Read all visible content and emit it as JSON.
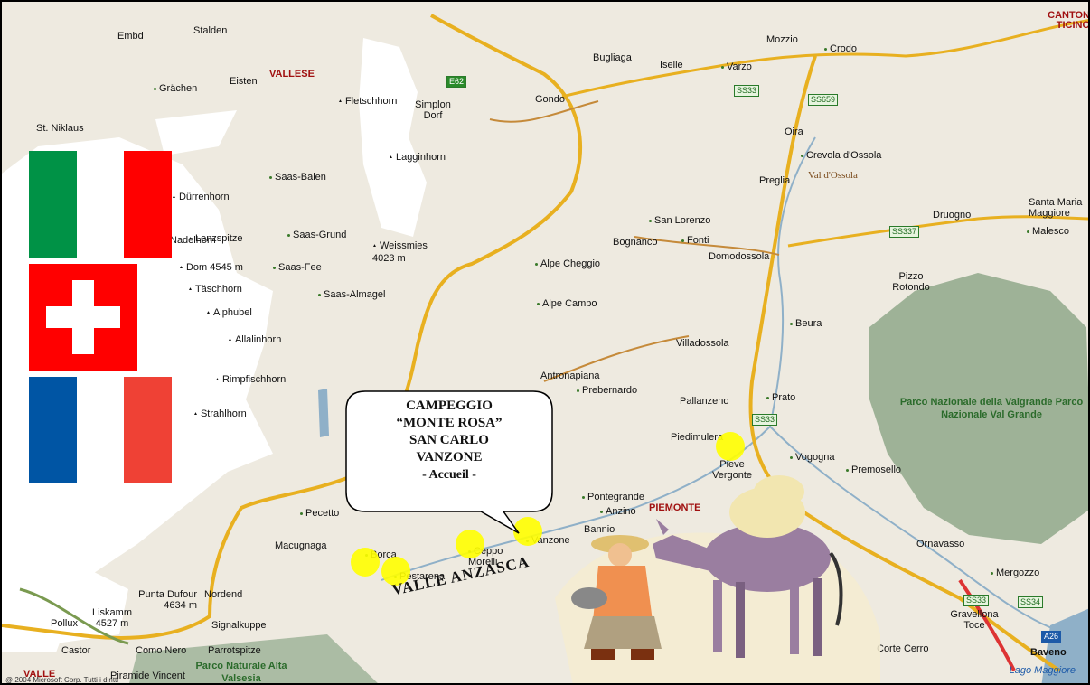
{
  "map": {
    "towns": [
      "Embd",
      "Stalden",
      "Grächen",
      "Eisten",
      "St. Niklaus",
      "Saas-Balen",
      "Saas-Grund",
      "Saas-Fee",
      "Saas-Almagel",
      "Simplon Dorf",
      "Gondo",
      "Bugliaga",
      "Iselle",
      "Varzo",
      "Mozzio",
      "Crodo",
      "Oira",
      "Crevola d'Ossola",
      "Preglia",
      "San Lorenzo",
      "Bognanco",
      "Fonti",
      "Domodossola",
      "Druogno",
      "Santa Maria Maggiore",
      "Malesco",
      "Alpe Cheggio",
      "Alpe Campo",
      "Antronapiana",
      "Prebernardo",
      "Villadossola",
      "Beura",
      "Pallanzeno",
      "Prato",
      "Piedimulera",
      "Pieve Vergonte",
      "Vogogna",
      "Premosello",
      "Pontegrande",
      "Anzino",
      "Bannio",
      "Vanzone",
      "Ceppo Morelli",
      "Borca",
      "Pestarena",
      "Macugnaga",
      "Pecetto",
      "Ornavasso",
      "Mergozzo",
      "Gravellona Toce",
      "Baveno",
      "Corte Cerro",
      "Pollux",
      "Castor",
      "Como Nero",
      "Signalkuppe",
      "Parrotspitze",
      "Piramide Vincent",
      "Val d'Ossola"
    ],
    "peaks": [
      "Fletschhorn",
      "Lagginhorn",
      "Dürrenhorn",
      "Lenzspitze",
      "Nadelhorn",
      "Dom 4545 m",
      "Täschhorn",
      "Alphubel",
      "Allalinhorn",
      "Rimpfischhorn",
      "Strahlhorn",
      "Weissmies 4023 m",
      "Punta Dufour 4634 m",
      "Nordend",
      "Liskamm 4527 m",
      "Pizzo Rotondo"
    ],
    "regions": {
      "vallese": "VALLESE",
      "piemonte": "PIEMONTE",
      "canton": "CANTON TICINO",
      "valle": "VALLE"
    },
    "parks": {
      "valgrande": "Parco Nazionale della Valgrande Parco Nazionale Val Grande",
      "alta": "Parco Naturale Alta Valsesia"
    },
    "roads": [
      "E62",
      "SS33",
      "SS659",
      "SS337",
      "SS33",
      "SS33",
      "SS34",
      "A26"
    ],
    "lake": "Lago Maggiore",
    "copyright": "@ 2004 Microsoft Corp. Tutti i diritti"
  },
  "bubble": {
    "line1": "CAMPEGGIO",
    "line2": "“MONTE ROSA”",
    "line3": "SAN CARLO",
    "line4": "VANZONE",
    "line5": "- Accueil -"
  },
  "valley_label": "VALLE ANZASCA",
  "flags": {
    "italy": {
      "colors": [
        "#009246",
        "#ffffff",
        "#ff0000"
      ]
    },
    "switzerland": {
      "colors": [
        "#ff0000",
        "#ffffff"
      ]
    },
    "france": {
      "colors": [
        "#0055a4",
        "#ffffff",
        "#ef4135"
      ]
    }
  },
  "colors": {
    "road_major": "#e8b020",
    "road_minor": "#c58a3a",
    "river": "#8fb0c8",
    "park": "#8fa88a",
    "glacier": "#ffffff",
    "highlight": "#ffff00"
  }
}
